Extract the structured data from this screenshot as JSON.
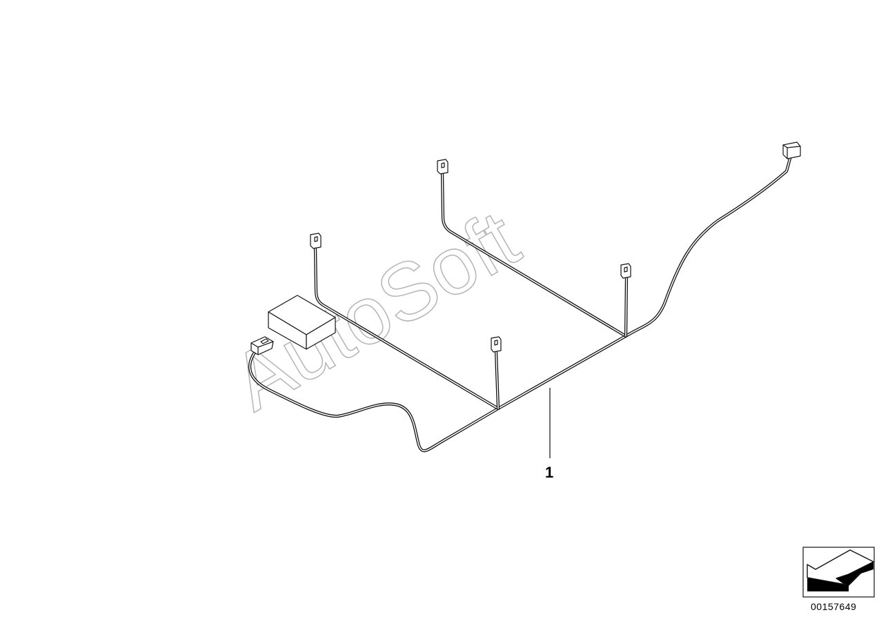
{
  "diagram": {
    "callouts": [
      {
        "number": "1"
      }
    ],
    "drawing_number": "00157649",
    "watermark_text": "AutoSoft",
    "icons": {
      "connector": "wire-connector-icon",
      "module": "control-unit-icon",
      "navigation": "back-arrow-icon"
    },
    "colors": {
      "line": "#111111",
      "watermark": "#b8b8b8",
      "background": "#ffffff"
    }
  }
}
